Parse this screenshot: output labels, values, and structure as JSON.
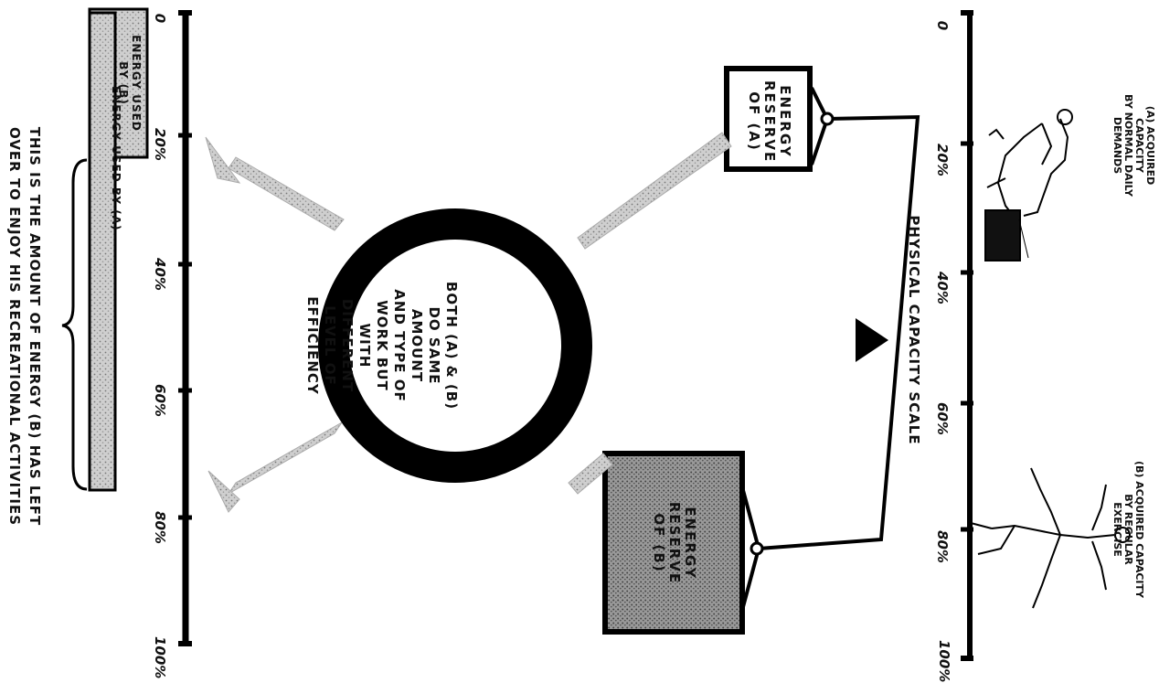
{
  "top_scale": {
    "title": "PHYSICAL CAPACITY SCALE",
    "ticks": [
      "0",
      "20%",
      "40%",
      "60%",
      "80%",
      "100%"
    ]
  },
  "figure_a": {
    "caption": "(A) ACQUIRED CAPACITY\nBY NORMAL DAILY\nDEMANDS"
  },
  "figure_b": {
    "caption": "(B) ACQUIRED CAPACITY\nBY REGULAR\nEXERCISE"
  },
  "reserve_a": {
    "label": "ENERGY\nRESERVE\nOF (A)"
  },
  "reserve_b": {
    "label": "ENERGY\nRESERVE\nOF (B)"
  },
  "circle_text": "BOTH (A) & (B)\nDO SAME AMOUNT\nAND TYPE OF\nWORK BUT\nWITH DIFFERENT\nLEVEL OF\nEFFICIENCY",
  "bottom_scale": {
    "ticks": [
      "0",
      "20%",
      "40%",
      "60%",
      "80%",
      "100%"
    ],
    "bar_b_label": "ENERGY USED\nBY (B)",
    "bar_a_label": "ENERGY USED BY (A)",
    "brace_caption": "THIS IS THE AMOUNT OF ENERGY (B) HAS LEFT\nOVER TO ENJOY HIS RECREATIONAL ACTIVITIES"
  }
}
